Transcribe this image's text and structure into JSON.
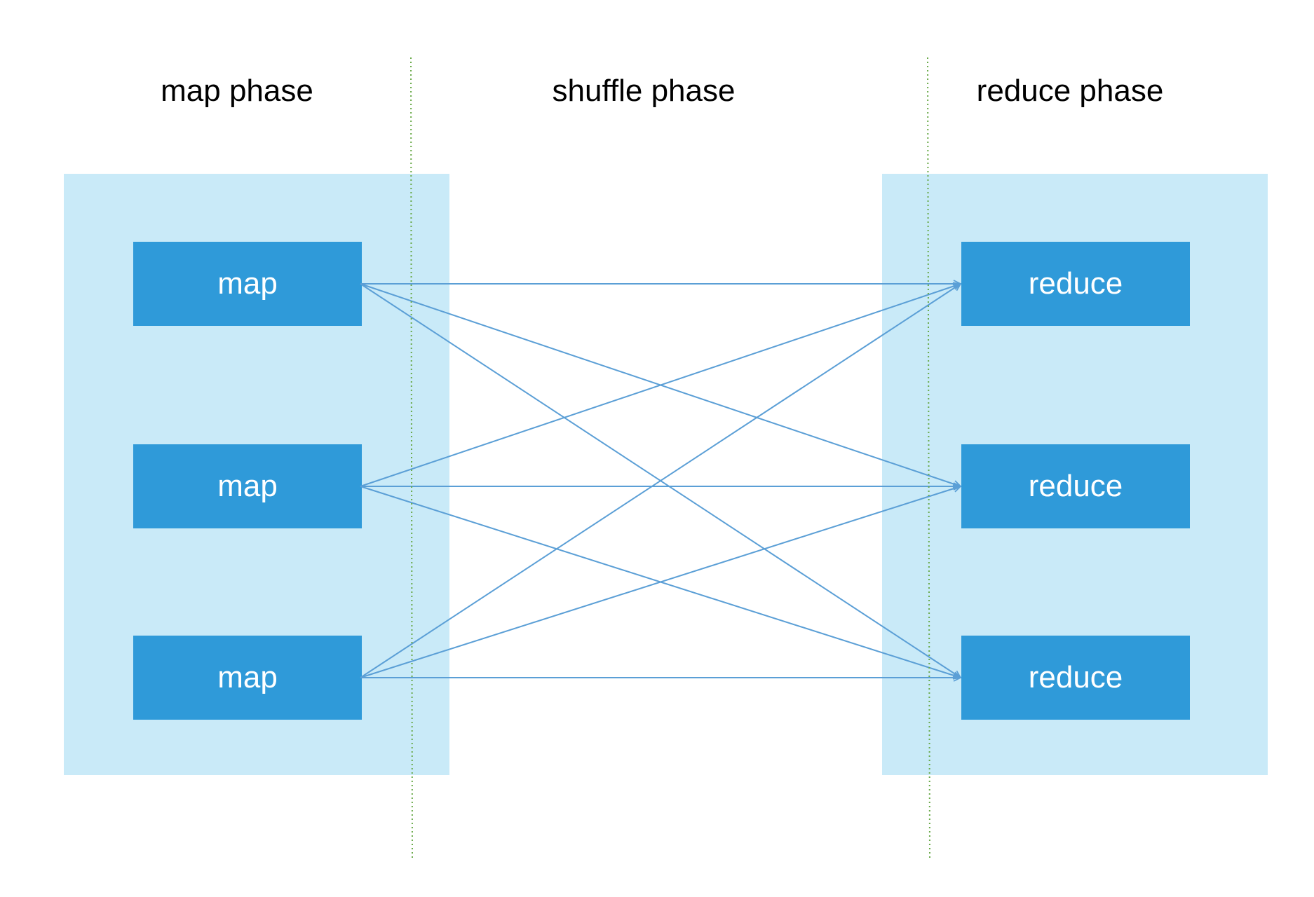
{
  "phases": {
    "map": "map phase",
    "shuffle": "shuffle phase",
    "reduce": "reduce phase"
  },
  "map_nodes": [
    {
      "label": "map"
    },
    {
      "label": "map"
    },
    {
      "label": "map"
    }
  ],
  "reduce_nodes": [
    {
      "label": "reduce"
    },
    {
      "label": "reduce"
    },
    {
      "label": "reduce"
    }
  ],
  "edges": [
    {
      "from": 0,
      "to": 0
    },
    {
      "from": 0,
      "to": 1
    },
    {
      "from": 0,
      "to": 2
    },
    {
      "from": 1,
      "to": 0
    },
    {
      "from": 1,
      "to": 1
    },
    {
      "from": 1,
      "to": 2
    },
    {
      "from": 2,
      "to": 0
    },
    {
      "from": 2,
      "to": 1
    },
    {
      "from": 2,
      "to": 2
    }
  ],
  "colors": {
    "panel": "#c9eaf8",
    "node": "#2f9ad9",
    "edge": "#5b9fd6",
    "divider": "#6aaa4a"
  }
}
